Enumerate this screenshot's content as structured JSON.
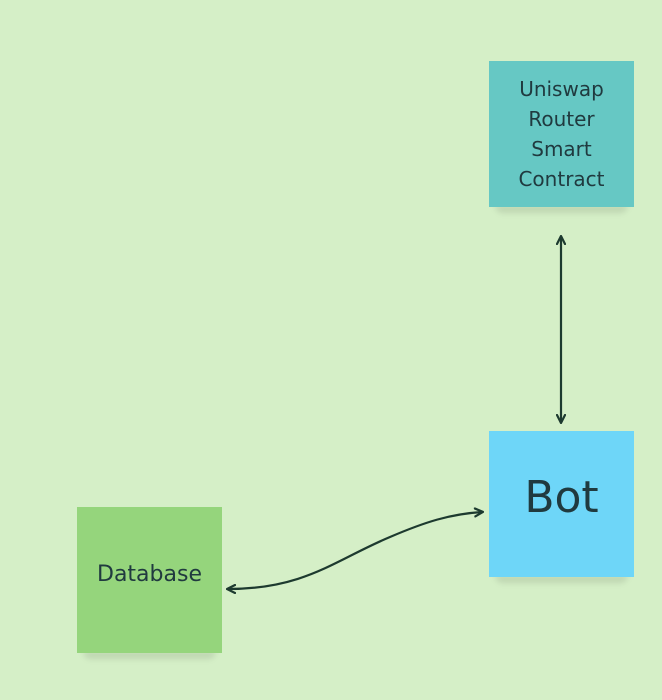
{
  "notes": {
    "uniswap": {
      "label": "Uniswap Router Smart Contract",
      "color": "#66c8c4"
    },
    "bot": {
      "label": "Bot",
      "color": "#6ed6f8"
    },
    "database": {
      "label": "Database",
      "color": "#95d57c"
    }
  },
  "connectors": [
    {
      "from": "uniswap",
      "to": "bot",
      "style": "bidirectional-arrow",
      "color": "#1d3a2f"
    },
    {
      "from": "database",
      "to": "bot",
      "style": "bidirectional-arrow",
      "color": "#1d3a2f"
    }
  ]
}
